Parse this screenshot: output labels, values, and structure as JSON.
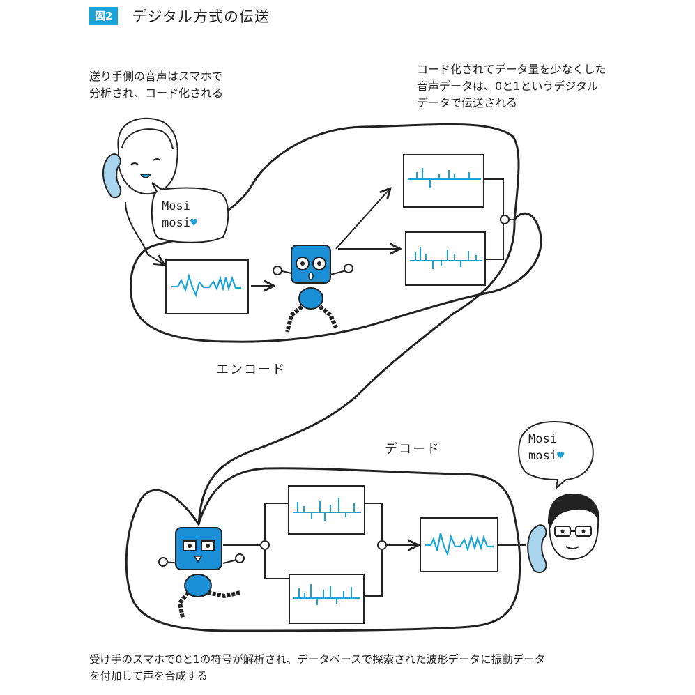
{
  "figure": {
    "badge": "図2",
    "title": "デジタル方式の伝送"
  },
  "notes": {
    "sender": [
      "送り手側の音声はスマホで",
      "分析され、コード化される"
    ],
    "transmit": [
      "コード化されてデータ量を少なくした",
      "音声データは、0と1というデジタル",
      "データで伝送される"
    ],
    "receiver": [
      "受け手のスマホで0と1の符号が解析され、データベースで探索された波形データに振動データ",
      "を付加して声を合成する"
    ]
  },
  "labels": {
    "encode": "エンコード",
    "decode": "デコード"
  },
  "bubbles": {
    "sender": {
      "line1": "Mosi",
      "line2": "mosi",
      "heart": "♥"
    },
    "receiver": {
      "line1": "Mosi",
      "line2": "mosi",
      "heart": "♥"
    }
  },
  "colors": {
    "accent": "#1aa3d9",
    "ink": "#222222",
    "robot_blue": "#1a8fd6",
    "phone_blue": "#a9d4ee"
  }
}
